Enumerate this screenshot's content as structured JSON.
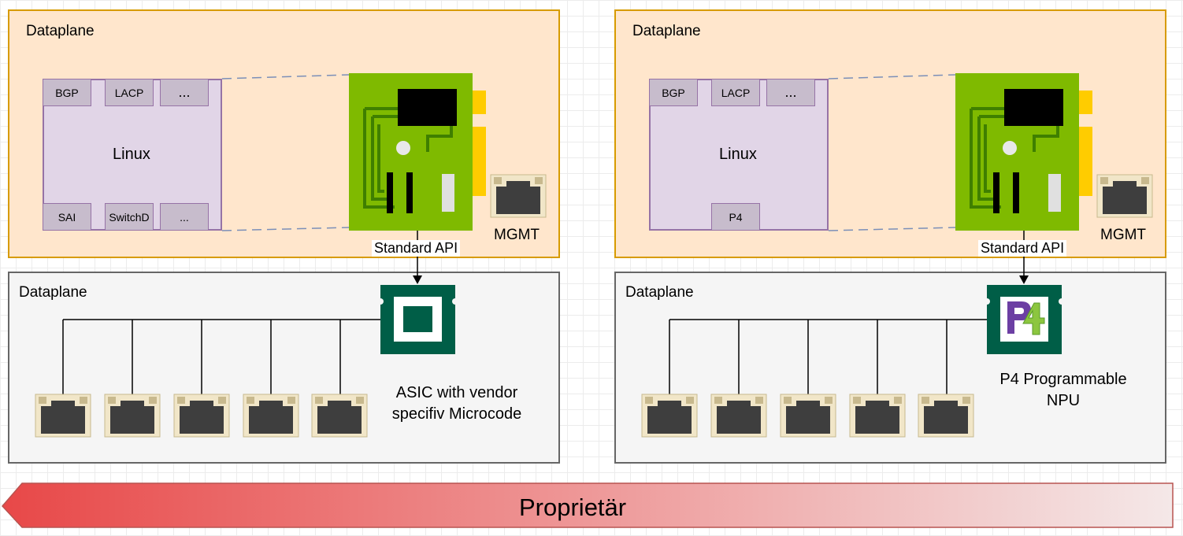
{
  "left": {
    "top_label": "Dataplane",
    "linux_label": "Linux",
    "chips_top": [
      "BGP",
      "LACP",
      "..."
    ],
    "chips_bottom": [
      "SAI",
      "SwitchD",
      "..."
    ],
    "mgmt_label": "MGMT",
    "api_label": "Standard API",
    "bottom_label": "Dataplane",
    "chip_caption": "ASIC with vendor\nspecifiv Microcode"
  },
  "right": {
    "top_label": "Dataplane",
    "linux_label": "Linux",
    "chips_top": [
      "BGP",
      "LACP",
      "..."
    ],
    "chips_bottom": [
      "P4"
    ],
    "mgmt_label": "MGMT",
    "api_label": "Standard API",
    "bottom_label": "Dataplane",
    "chip_caption": "P4 Programmable\nNPU"
  },
  "arrow_label": "Proprietär",
  "colors": {
    "dataplane_top_fill": "#ffe6cc",
    "dataplane_top_border": "#d79b00",
    "dataplane_bottom_fill": "#f5f5f5",
    "linux_fill": "#e1d5e7",
    "chip_fill": "#c7bccc",
    "board_green": "#7fba00",
    "asic_green": "#005e47",
    "arrow_red": "#e84848"
  }
}
